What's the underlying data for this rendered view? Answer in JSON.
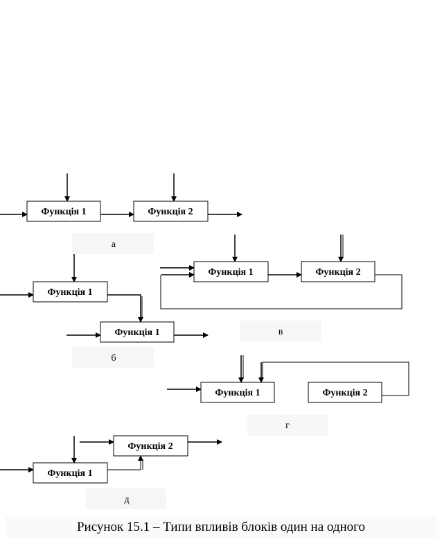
{
  "diagram": {
    "a": {
      "block1": "Функція 1",
      "block2": "Функція 2",
      "label": "а"
    },
    "b": {
      "block1": "Функція 1",
      "block2": "Функція 1",
      "label": "б"
    },
    "v": {
      "block1": "Функція 1",
      "block2": "Функція 2",
      "label": "в"
    },
    "g": {
      "block1": "Функція 1",
      "block2": "Функція 2",
      "label": "г"
    },
    "d": {
      "block1": "Функція 2",
      "block2": "Функція 1",
      "label": "д"
    }
  },
  "caption": "Рисунок 15.1 – Типи впливів блоків один на одного"
}
